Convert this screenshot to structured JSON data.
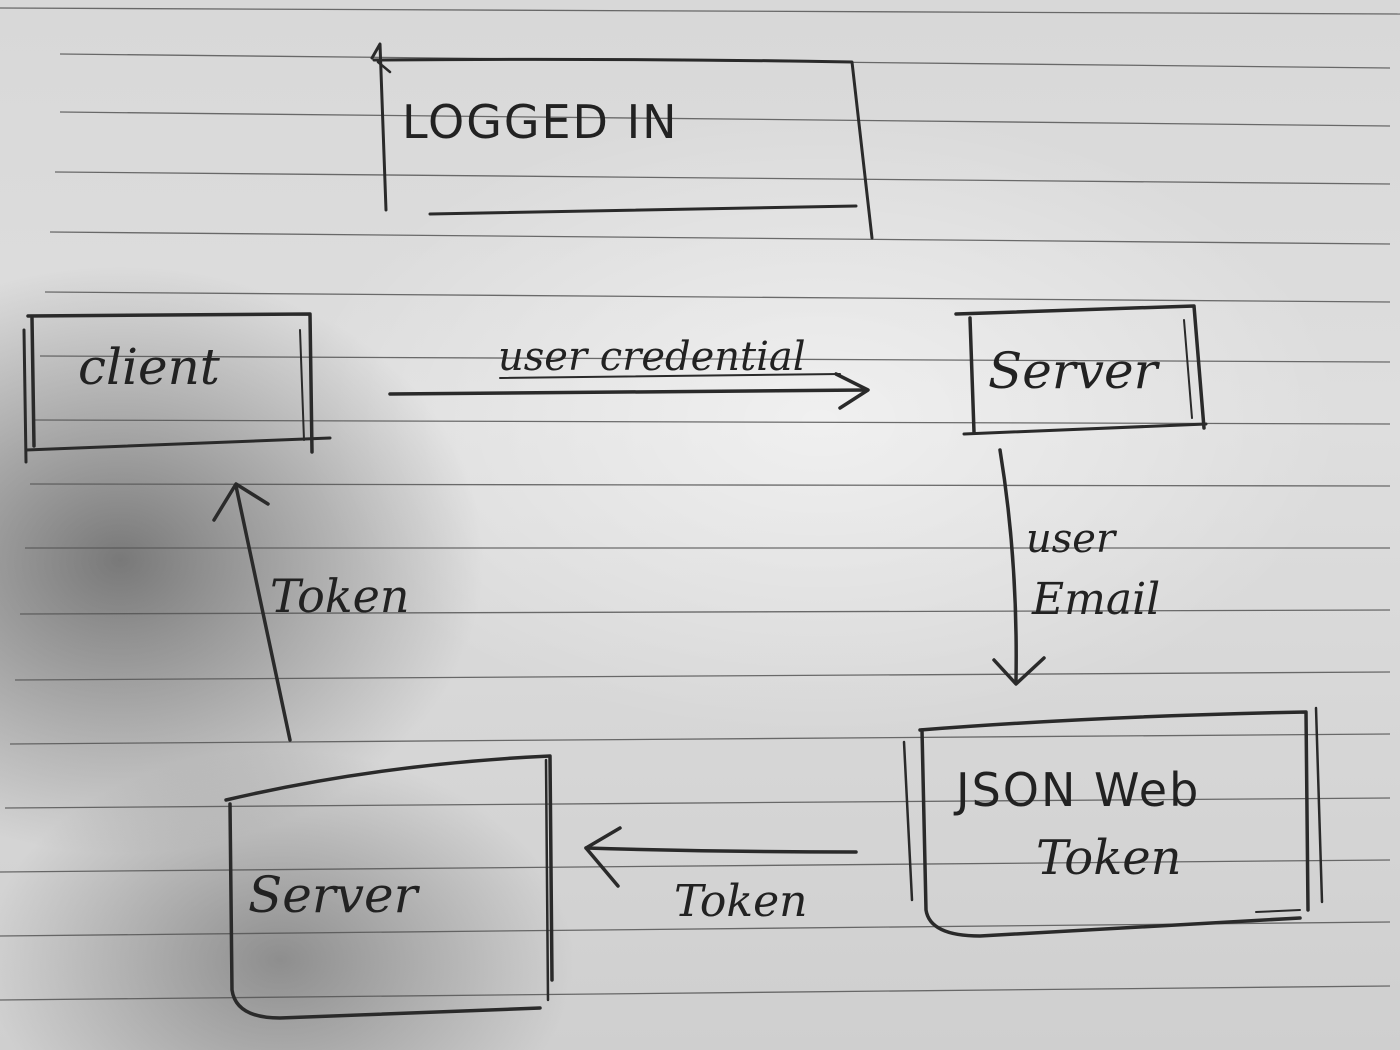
{
  "nodes": {
    "logged_in": "LOGGED IN",
    "client": "client",
    "server_top": "Server",
    "jwt_line1": "JSON Web",
    "jwt_line2": "Token",
    "server_bottom": "Server"
  },
  "edges": {
    "credential": "user credential",
    "email_line1": "user",
    "email_line2": "Email",
    "token_bottom": "Token",
    "token_left": "Token"
  }
}
